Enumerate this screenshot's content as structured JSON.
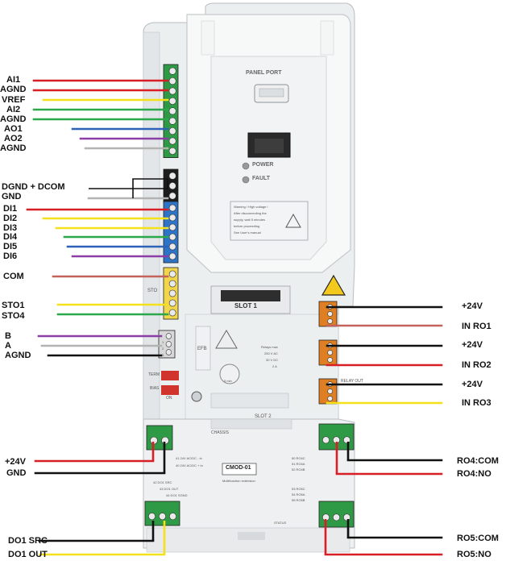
{
  "left_labels": {
    "ai1": "AI1",
    "agnd_1": "AGND",
    "vref": "VREF",
    "ai2": "AI2",
    "agnd_2": "AGND",
    "ao1": "AO1",
    "ao2": "AO2",
    "agnd_3": "AGND",
    "dgnd_dcom": "DGND + DCOM",
    "gnd": "GND",
    "di1": "DI1",
    "di2": "DI2",
    "di3": "DI3",
    "di4": "DI4",
    "di5": "DI5",
    "di6": "DI6",
    "com": "COM",
    "sto1": "STO1",
    "sto4": "STO4",
    "b": "B",
    "a": "A",
    "agnd_4": "AGND",
    "plus24v": "+24V",
    "gnd_2": "GND",
    "do1_src": "DO1 SRC",
    "do1_out": "DO1 OUT"
  },
  "right_labels": {
    "plus24v_1": "+24V",
    "in_ro1": "IN RO1",
    "plus24v_2": "+24V",
    "in_ro2": "IN RO2",
    "plus24v_3": "+24V",
    "in_ro3": "IN RO3",
    "ro4_com": "RO4:COM",
    "ro4_no": "RO4:NO",
    "ro5_com": "RO5:COM",
    "ro5_no": "RO5:NO"
  },
  "device": {
    "panel_port": "PANEL PORT",
    "power": "POWER",
    "fault": "FAULT",
    "warning_text": [
      "Warning ! High voltage !",
      "After disconnecting the",
      "supply, wait 5 minutes",
      "before proceeding",
      "See User's manual"
    ],
    "slot1": "SLOT 1",
    "slot2": "SLOT 2",
    "relays_text": [
      "Relays max",
      "250 V AC",
      "30 V DC",
      "2 A"
    ],
    "five_min": "5 min",
    "efb": "EFB",
    "sto": "STO",
    "relay_out": "RELAY OUT",
    "term": "TERM",
    "bias": "BIAS",
    "on": "ON",
    "chassis": "CHASSIS",
    "cmod_name": "CMOD-01",
    "cmod_sub": "Multifunction extension",
    "status": "STATUS",
    "pwr_text": [
      "41 24V AC/DC - in",
      "40 24V AC/DC + in"
    ],
    "do_text": [
      "42 DO1 SRC",
      "43 DO1 OUT",
      "44 DO1 SGND"
    ],
    "ro4_text": [
      "50 RO4C",
      "51 RO4A",
      "52 RO4B"
    ],
    "ro5_text": [
      "53 RO5C",
      "54 RO5A",
      "55 RO5B"
    ],
    "efb_pins": [
      "1",
      "2",
      "3"
    ]
  },
  "colors": {
    "red": "#d81f26",
    "yellow": "#f4e11c",
    "green": "#2aa84a",
    "blue": "#2d62b8",
    "purple": "#8b3fa6",
    "grey": "#b3b3b3",
    "black": "#111111",
    "salmon": "#c4625c",
    "terminal_green": "#2e9a45",
    "terminal_black": "#1d1d1d",
    "terminal_blue": "#2d74c9",
    "terminal_yellow": "#f1d54a",
    "terminal_orange": "#e07f22",
    "terminal_grey": "#d8d8d8"
  }
}
